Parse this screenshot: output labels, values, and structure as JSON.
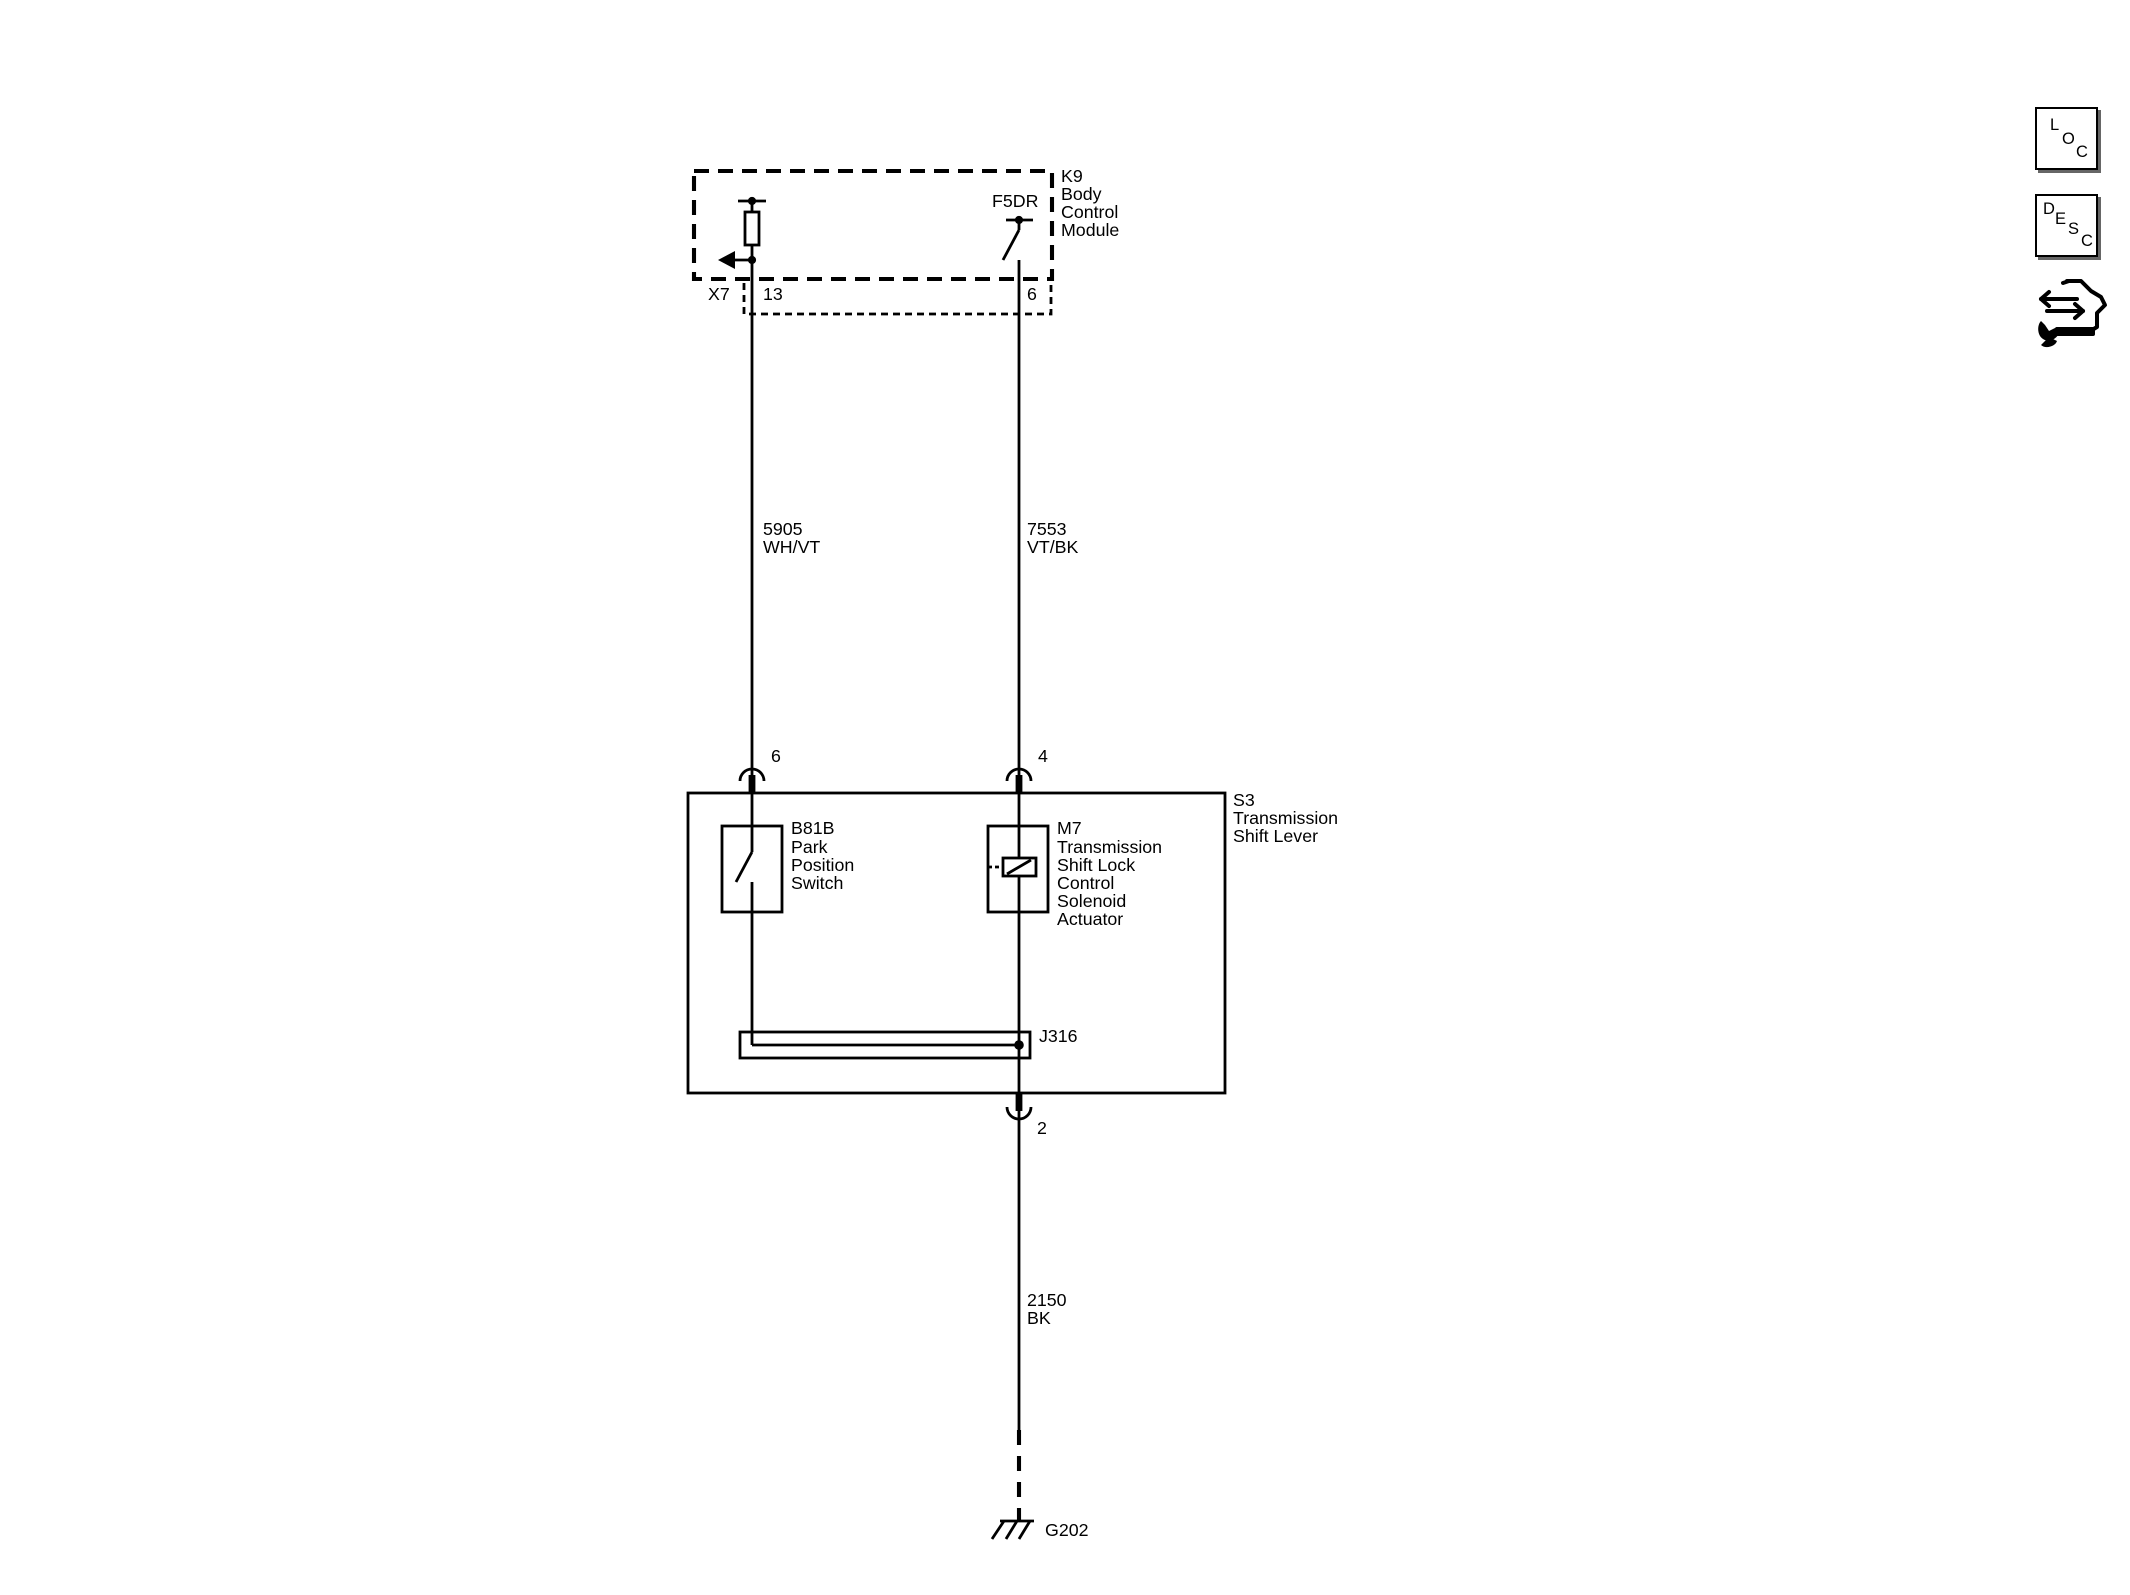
{
  "module": {
    "ref": "K9",
    "name_lines": [
      "Body",
      "Control",
      "Module"
    ],
    "driver_label": "F5DR",
    "connector": "X7",
    "pin_left": "13",
    "pin_right": "6"
  },
  "wires": [
    {
      "circuit": "5905",
      "color": "WH/VT"
    },
    {
      "circuit": "7553",
      "color": "VT/BK"
    },
    {
      "circuit": "2150",
      "color": "BK"
    }
  ],
  "shift_lever": {
    "ref": "S3",
    "name_lines": [
      "Transmission",
      "Shift Lever"
    ],
    "pin_left": "6",
    "pin_right": "4",
    "pin_bottom": "2",
    "switch": {
      "ref": "B81B",
      "name_lines": [
        "Park",
        "Position",
        "Switch"
      ]
    },
    "solenoid": {
      "ref": "M7",
      "name_lines": [
        "Transmission",
        "Shift Lock",
        "Control",
        "Solenoid",
        "Actuator"
      ]
    },
    "splice": "J316"
  },
  "ground": "G202",
  "side_buttons": {
    "loc": [
      "L",
      "O",
      "C"
    ],
    "desc": [
      "D",
      "E",
      "S",
      "C"
    ],
    "tool_icon": "connector-wrench-icon"
  }
}
